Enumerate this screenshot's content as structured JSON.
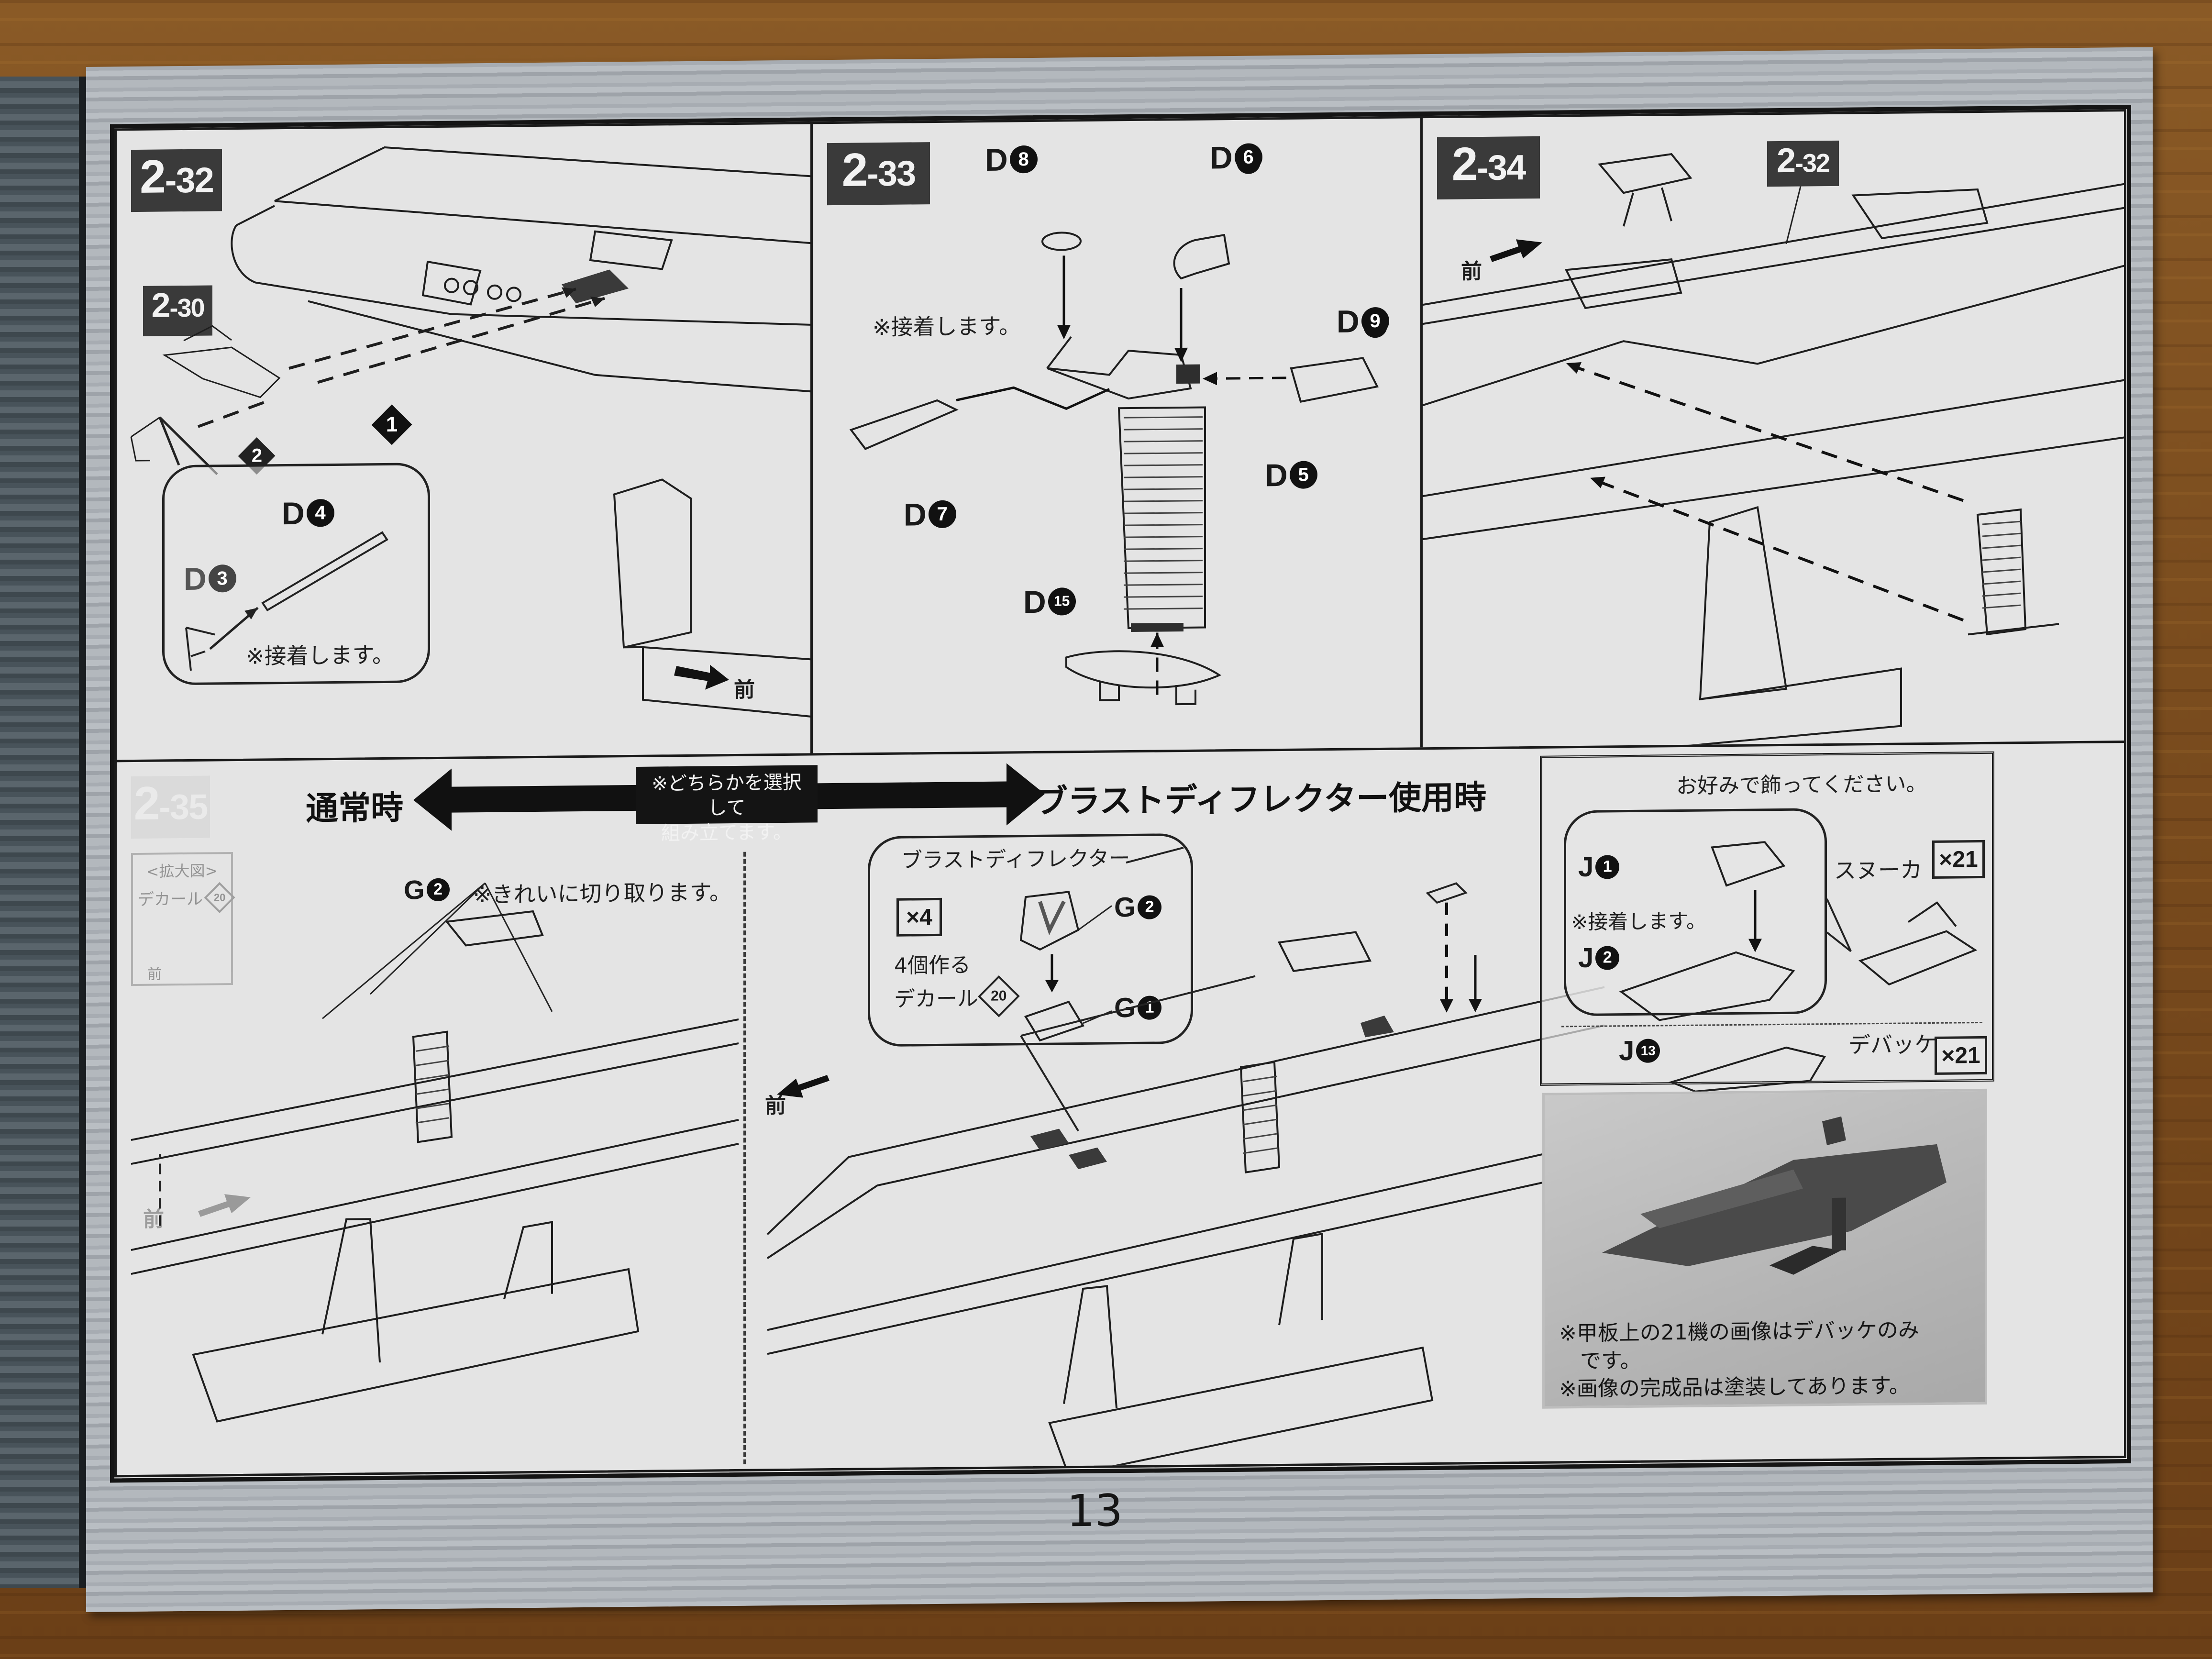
{
  "document": {
    "type": "model kit assembly instructions",
    "page_number": "13"
  },
  "panels": {
    "p232": {
      "step": {
        "major": "2",
        "minor": "-32"
      },
      "ref_step": {
        "major": "2",
        "minor": "-30"
      },
      "order_markers": [
        "1",
        "2"
      ],
      "callout_parts": [
        {
          "letter": "D",
          "number": "4"
        },
        {
          "letter": "D",
          "number": "3"
        }
      ],
      "glue_note": "※接着します。",
      "front_label": "前"
    },
    "p233": {
      "step": {
        "major": "2",
        "minor": "-33"
      },
      "parts": [
        {
          "letter": "D",
          "number": "8",
          "underlined": false
        },
        {
          "letter": "D",
          "number": "6",
          "underlined": true
        },
        {
          "letter": "D",
          "number": "9",
          "underlined": true
        },
        {
          "letter": "D",
          "number": "7",
          "underlined": false
        },
        {
          "letter": "D",
          "number": "5",
          "underlined": false
        },
        {
          "letter": "D",
          "number": "15",
          "underlined": false
        }
      ],
      "glue_note": "※接着します。"
    },
    "p234": {
      "step": {
        "major": "2",
        "minor": "-34"
      },
      "ref_step": {
        "major": "2",
        "minor": "-32"
      },
      "front_label": "前"
    },
    "p235": {
      "step": {
        "major": "2",
        "minor": "-35"
      },
      "left_heading": "通常時",
      "right_heading": "ブラストディフレクター使用時",
      "choose_banner": [
        "※どちらかを選択して",
        "組み立てます。"
      ],
      "cut_note_part": {
        "letter": "G",
        "number": "2"
      },
      "cut_note": "※きれいに切り取ります。",
      "zoom_box": {
        "title": "<拡大図>",
        "decal_label": "デカール",
        "decal_number": "20",
        "front_label": "前"
      },
      "front_label_left": "前",
      "front_label_right": "前",
      "deflector_callout": {
        "title": "ブラストディフレクター",
        "quantity": "×4",
        "make_note": "4個作る",
        "decal_label": "デカール",
        "decal_number": "20",
        "parts": [
          {
            "letter": "G",
            "number": "2"
          },
          {
            "letter": "G",
            "number": "1"
          }
        ]
      },
      "decor_box": {
        "title": "お好みで飾ってください。",
        "glue_note": "※接着します。",
        "parts": [
          {
            "letter": "J",
            "number": "1"
          },
          {
            "letter": "J",
            "number": "2"
          },
          {
            "letter": "J",
            "number": "13"
          }
        ],
        "aircraft": [
          {
            "name": "スヌーカ",
            "quantity": "×21"
          },
          {
            "name": "デバッケ",
            "quantity": "×21"
          }
        ]
      },
      "photo_captions": [
        "※甲板上の21機の画像はデバッケのみ",
        "　です。",
        "※画像の完成品は塗装してあります。"
      ]
    }
  },
  "colors": {
    "ink": "#151515",
    "paper": "#e4e4e4",
    "badge": "#3a3a3a",
    "border_stripe": "#b0b5ba",
    "table_wood": "#7a4c1e"
  }
}
